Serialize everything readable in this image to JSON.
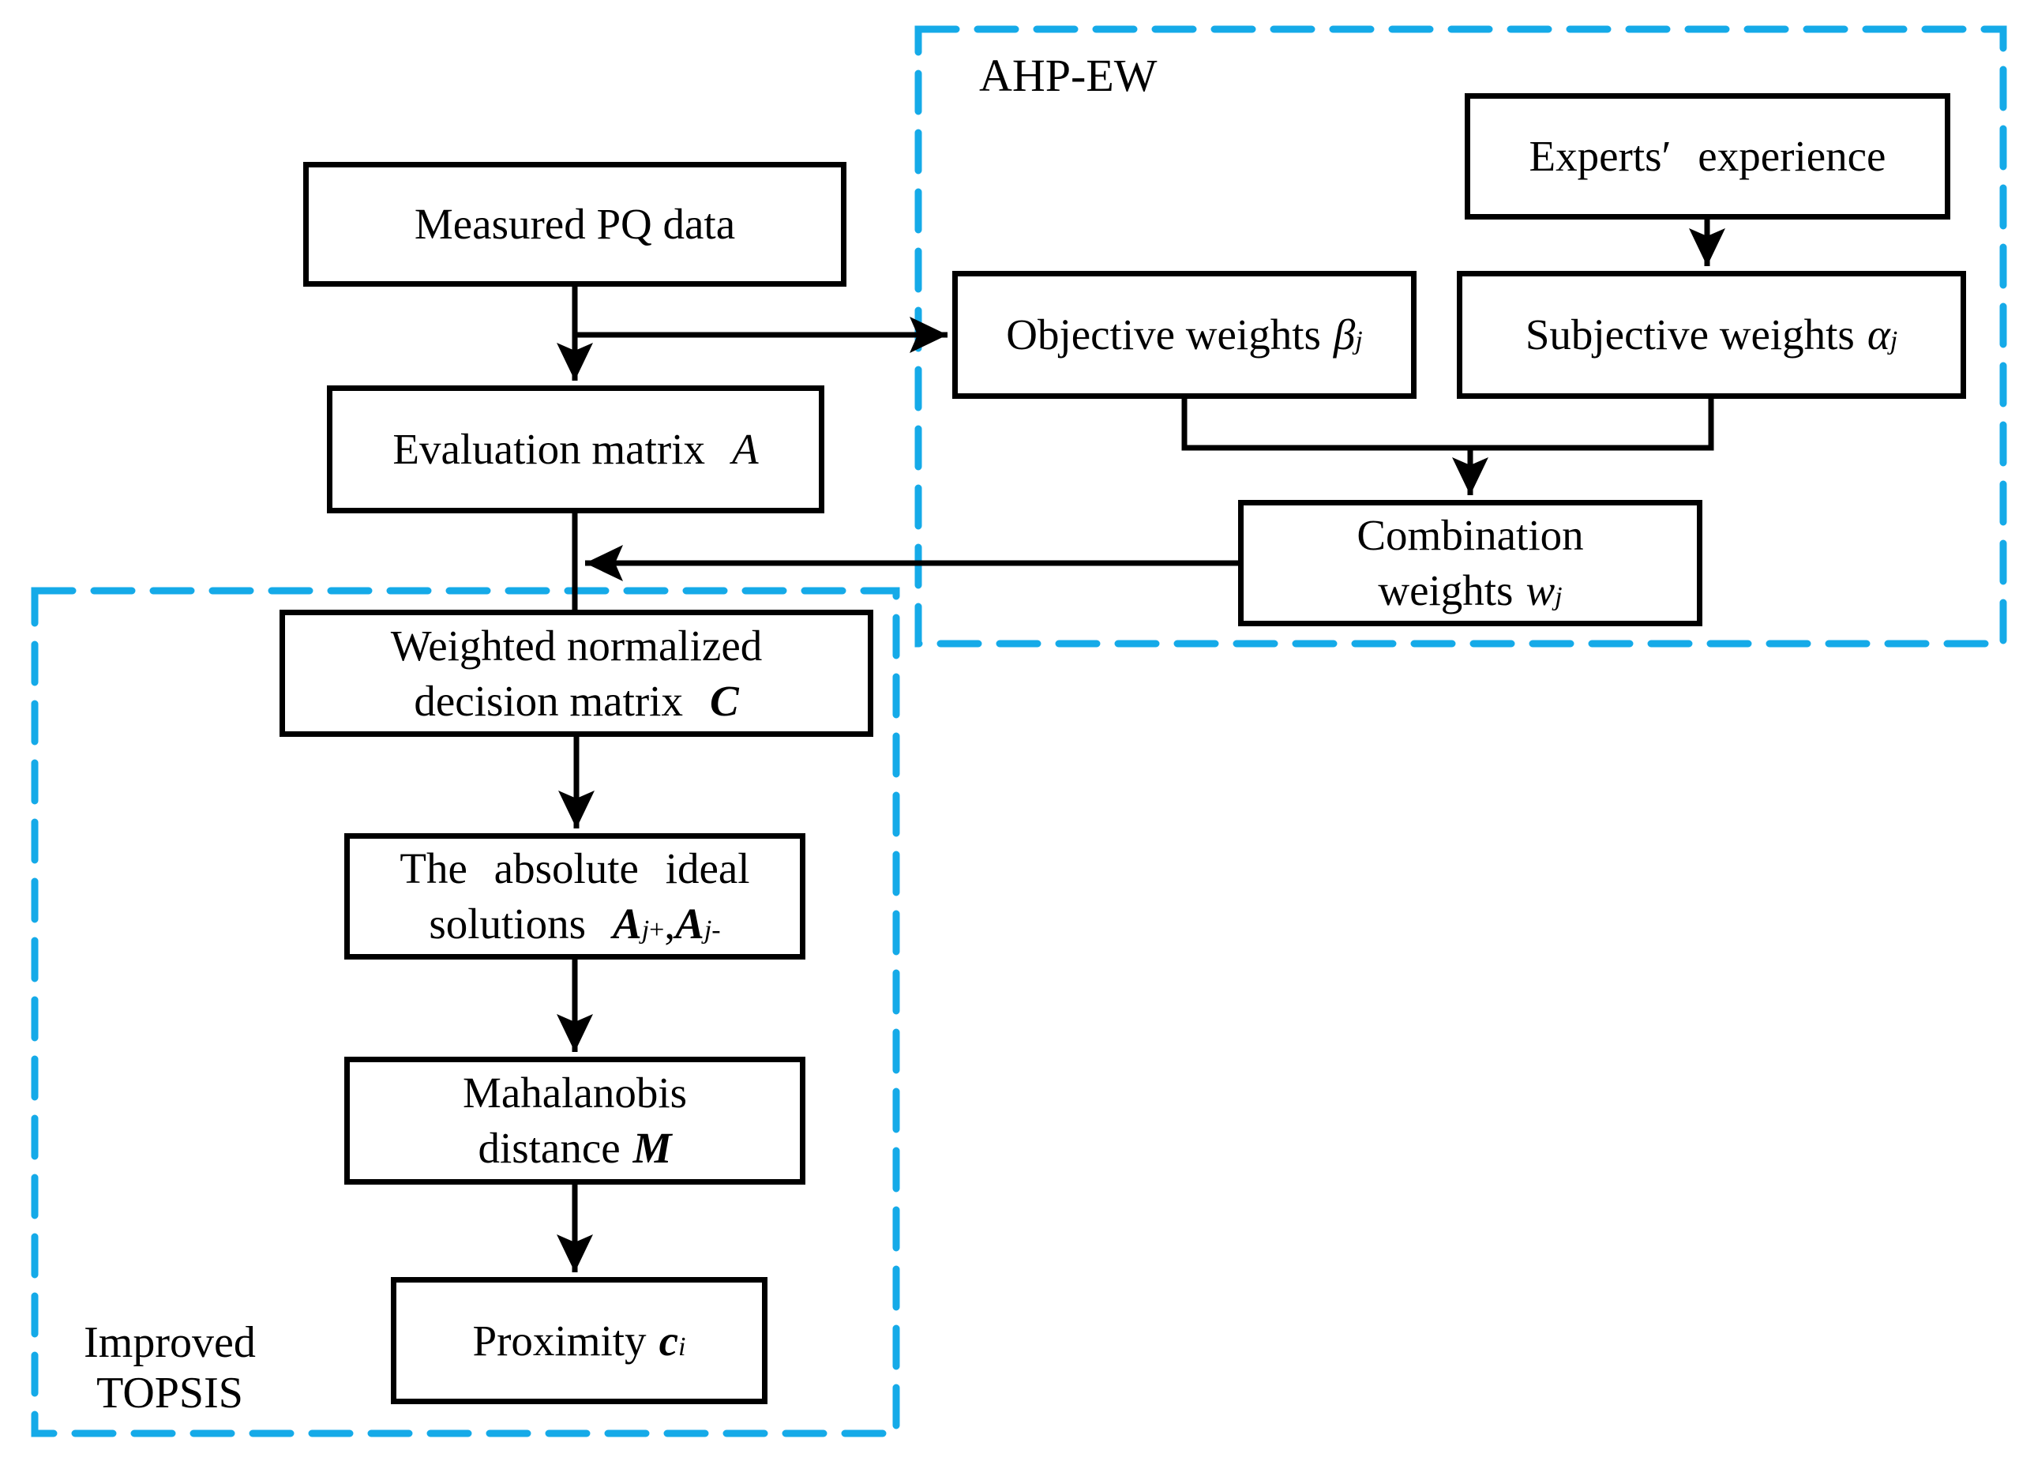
{
  "groups": {
    "ahp_ew": {
      "label": "AHP-EW"
    },
    "improved_topsis": {
      "line1": "Improved",
      "line2": "TOPSIS"
    }
  },
  "boxes": {
    "measured": {
      "label": "Measured PQ data"
    },
    "evaluation": {
      "text": "Evaluation matrix",
      "symbol": "A"
    },
    "weighted": {
      "line1": "Weighted normalized",
      "line2_text": "decision matrix",
      "symbol": "C"
    },
    "ideal": {
      "line1": "The absolute ideal",
      "line2_text": "solutions",
      "sym1": "A",
      "sub1": "j",
      "sup1": "+",
      "comma": ",",
      "sym2": "A",
      "sub2": "j",
      "sup2": "-"
    },
    "mahalanobis": {
      "line1": "Mahalanobis",
      "line2_text": "distance",
      "symbol": "M"
    },
    "proximity": {
      "text": "Proximity",
      "symbol": "c",
      "sub": "i"
    },
    "objective": {
      "text": "Objective weights",
      "symbol": "β",
      "sub": "j"
    },
    "subjective": {
      "text": "Subjective weights",
      "symbol": "α",
      "sub": "j"
    },
    "experts": {
      "label": "Experts′ experience"
    },
    "combination": {
      "line1": "Combination",
      "line2_text": "weights",
      "symbol": "w",
      "sub": "j"
    }
  },
  "colors": {
    "dashed_border": "#15AAE8",
    "line": "#000000",
    "box_background": "#FFFFFF"
  }
}
